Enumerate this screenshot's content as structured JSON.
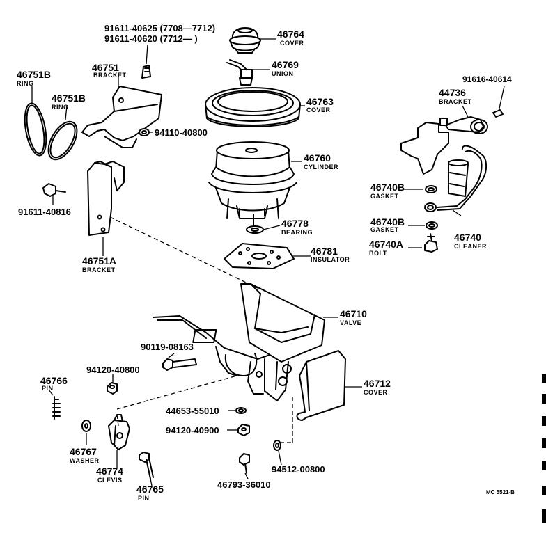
{
  "parts": {
    "p91611_40625": {
      "number": "91611-40625 (7708—7712)"
    },
    "p91611_40620": {
      "number": "91611-40620 (7712—        )"
    },
    "p46764": {
      "number": "46764",
      "name": "COVER"
    },
    "p46769": {
      "number": "46769",
      "name": "UNION"
    },
    "p46751B_ring1": {
      "number": "46751B",
      "name": "RING"
    },
    "p46751": {
      "number": "46751",
      "name": "BRACKET"
    },
    "p46751B_ring2": {
      "number": "46751B",
      "name": "RING"
    },
    "p46763": {
      "number": "46763",
      "name": "COVER"
    },
    "p91616_40614": {
      "number": "91616-40614"
    },
    "p44736": {
      "number": "44736",
      "name": "BRACKET"
    },
    "p94110_40800": {
      "number": "94110-40800"
    },
    "p46760": {
      "number": "46760",
      "name": "CYLINDER"
    },
    "p46740B_1": {
      "number": "46740B",
      "name": "GASKET"
    },
    "p91611_40816": {
      "number": "91611-40816"
    },
    "p46778": {
      "number": "46778",
      "name": "BEARING"
    },
    "p46740B_2": {
      "number": "46740B",
      "name": "GASKET"
    },
    "p46740": {
      "number": "46740",
      "name": "CLEANER"
    },
    "p46740A": {
      "number": "46740A",
      "name": "BOLT"
    },
    "p46781": {
      "number": "46781",
      "name": "INSULATOR"
    },
    "p46751A": {
      "number": "46751A",
      "name": "BRACKET"
    },
    "p46710": {
      "number": "46710",
      "name": "VALVE"
    },
    "p90119_08163": {
      "number": "90119-08163"
    },
    "p94120_40800": {
      "number": "94120-40800"
    },
    "p46712": {
      "number": "46712",
      "name": "COVER"
    },
    "p46766": {
      "number": "46766",
      "name": "PIN"
    },
    "p44653_55010": {
      "number": "44653-55010"
    },
    "p94120_40900": {
      "number": "94120-40900"
    },
    "p46767": {
      "number": "46767",
      "name": "WASHER"
    },
    "p94512_00800": {
      "number": "94512-00800"
    },
    "p46774": {
      "number": "46774",
      "name": "CLEVIS"
    },
    "p46793_36010": {
      "number": "46793-36010"
    },
    "p46765": {
      "number": "46765",
      "name": "PIN"
    }
  },
  "footer": {
    "code": "MC 5521-B"
  },
  "colors": {
    "ink": "#000000",
    "paper": "#ffffff"
  }
}
